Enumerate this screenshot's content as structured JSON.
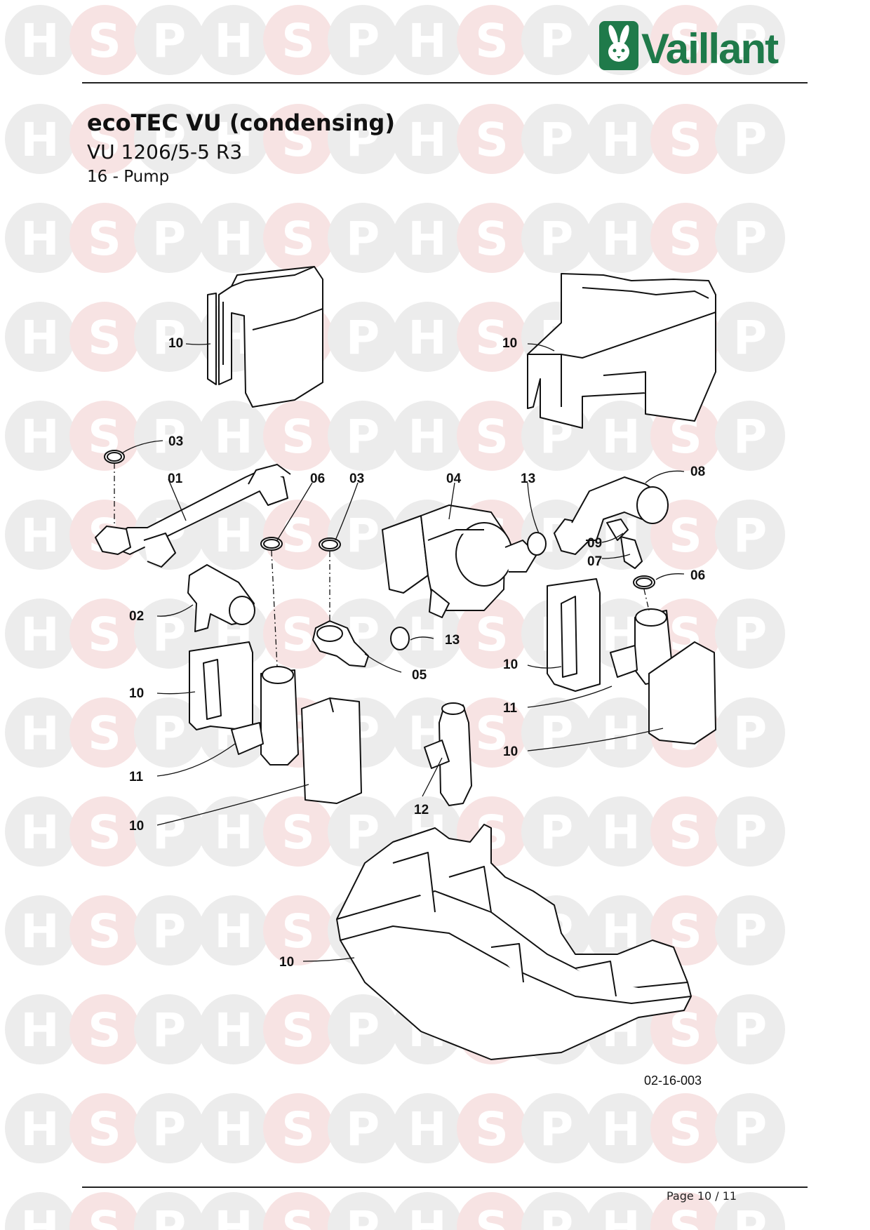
{
  "watermark": {
    "letters": [
      "H",
      "S",
      "P"
    ]
  },
  "brand": {
    "name": "Vaillant",
    "logo_icon": "hare-logo-icon",
    "color": "#1f7a4a"
  },
  "header": {
    "title": "ecoTEC VU (condensing)",
    "model": "VU 1206/5-5 R3",
    "section": "16 - Pump"
  },
  "diagram": {
    "callouts": {
      "c_01": "01",
      "c_02": "02",
      "c_03a": "03",
      "c_03b": "03",
      "c_04": "04",
      "c_05": "05",
      "c_06a": "06",
      "c_06b": "06",
      "c_07": "07",
      "c_08": "08",
      "c_09": "09",
      "c_10a": "10",
      "c_10b": "10",
      "c_10c": "10",
      "c_10d": "10",
      "c_10e": "10",
      "c_10f": "10",
      "c_10g": "10",
      "c_11a": "11",
      "c_11b": "11",
      "c_12": "12",
      "c_13a": "13",
      "c_13b": "13"
    },
    "drawing_code": "02-16-003"
  },
  "footer": {
    "page": "Page 10 / 11"
  }
}
